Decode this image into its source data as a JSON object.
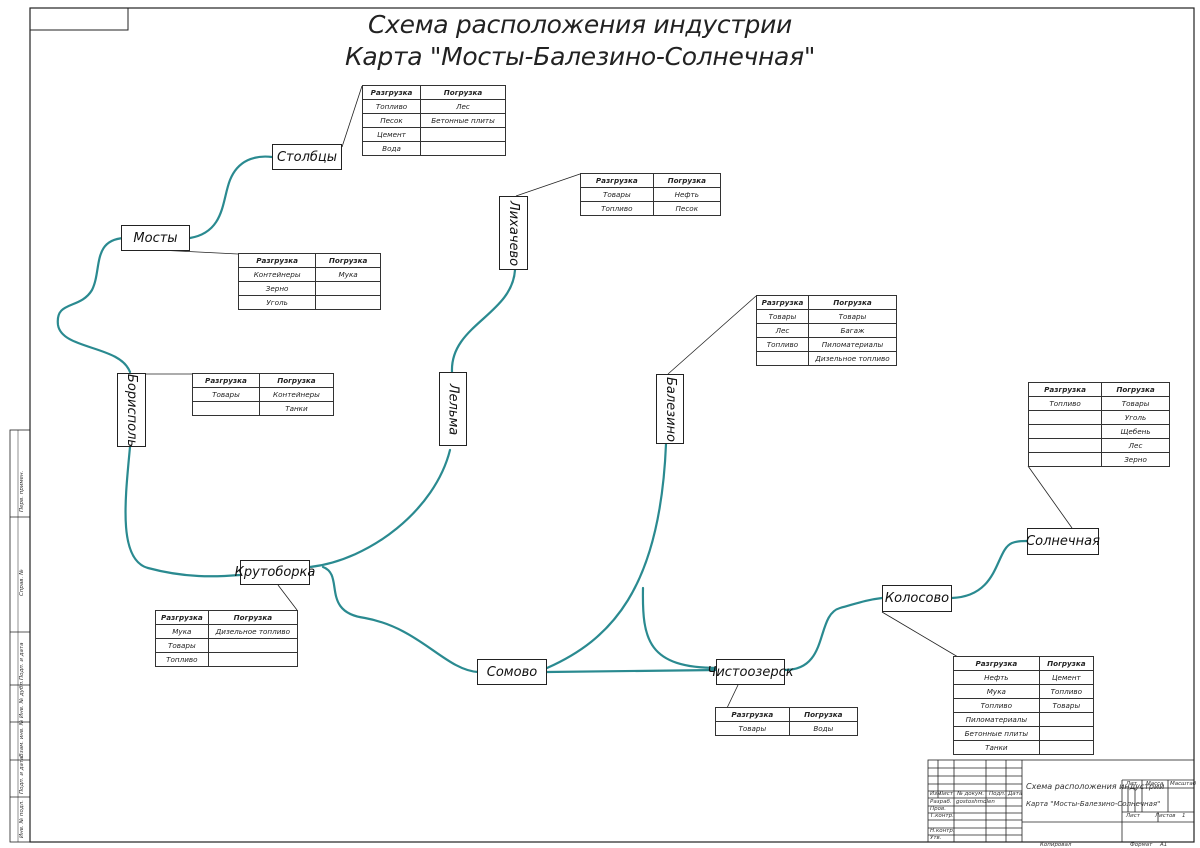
{
  "title": {
    "line1": "Схема расположения индустрии",
    "line2": "Карта \"Мосты-Балезино-Солнечная\""
  },
  "colors": {
    "track": "#2a8a90",
    "ink": "#222222"
  },
  "stations": {
    "stolbtsy": "Столбцы",
    "mosty": "Мосты",
    "lihachevo": "Лихачево",
    "borispol": "Борисполь",
    "lelma": "Лельма",
    "balezino": "Балезино",
    "krutoborka": "Крутоборка",
    "somovo": "Сомово",
    "chistoozersk": "Чистоозерск",
    "kolosovo": "Колосово",
    "solnechnaya": "Солнечная"
  },
  "tables": {
    "stolbtsy": {
      "h1": "Разгрузка",
      "h2": "Погрузка",
      "rows": [
        [
          "Топливо",
          "Лес"
        ],
        [
          "Песок",
          "Бетонные плиты"
        ],
        [
          "Цемент",
          ""
        ],
        [
          "Вода",
          ""
        ]
      ]
    },
    "mosty": {
      "h1": "Разгрузка",
      "h2": "Погрузка",
      "rows": [
        [
          "Контейнеры",
          "Мука"
        ],
        [
          "Зерно",
          ""
        ],
        [
          "Уголь",
          ""
        ]
      ]
    },
    "lihachevo": {
      "h1": "Разгрузка",
      "h2": "Погрузка",
      "rows": [
        [
          "Товары",
          "Нефть"
        ],
        [
          "Топливо",
          "Песок"
        ]
      ]
    },
    "borispol": {
      "h1": "Разгрузка",
      "h2": "Погрузка",
      "rows": [
        [
          "Товары",
          "Контейнеры"
        ],
        [
          "",
          "Танки"
        ]
      ]
    },
    "balezino": {
      "h1": "Разгрузка",
      "h2": "Погрузка",
      "rows": [
        [
          "Товары",
          "Товары"
        ],
        [
          "Лес",
          "Багаж"
        ],
        [
          "Топливо",
          "Пиломатериалы"
        ],
        [
          "",
          "Дизельное топливо"
        ]
      ]
    },
    "solnechnaya": {
      "h1": "Разгрузка",
      "h2": "Погрузка",
      "rows": [
        [
          "Топливо",
          "Товары"
        ],
        [
          "",
          "Уголь"
        ],
        [
          "",
          "Щебень"
        ],
        [
          "",
          "Лес"
        ],
        [
          "",
          "Зерно"
        ]
      ]
    },
    "krutoborka": {
      "h1": "Разгрузка",
      "h2": "Погрузка",
      "rows": [
        [
          "Мука",
          "Дизельное топливо"
        ],
        [
          "Товары",
          ""
        ],
        [
          "Топливо",
          ""
        ]
      ]
    },
    "chistoozersk": {
      "h1": "Разгрузка",
      "h2": "Погрузка",
      "rows": [
        [
          "Товары",
          "Воды"
        ]
      ]
    },
    "kolosovo": {
      "h1": "Разгрузка",
      "h2": "Погрузка",
      "rows": [
        [
          "Нефть",
          "Цемент"
        ],
        [
          "Мука",
          "Топливо"
        ],
        [
          "Топливо",
          "Товары"
        ],
        [
          "Пиломатериалы",
          ""
        ],
        [
          "Бетонные плиты",
          ""
        ],
        [
          "Танки",
          ""
        ]
      ]
    }
  },
  "title_block": {
    "name_line1": "Схема расположения индустрии",
    "name_line2": "Карта \"Мосты-Балезино-Солнечная\"",
    "lit": "Лит.",
    "massa": "Масса",
    "masshtab": "Масштаб",
    "izm": "Изм.",
    "list": "Лист",
    "ndokum": "№ докум.",
    "podp": "Подп.",
    "data": "Дата",
    "razrab": "Разраб.",
    "razrab_name": "gostoshmdlen",
    "prov": "Пров.",
    "tkontr": "Т.контр.",
    "nkontr": "Н.контр.",
    "utv": "Утв.",
    "sheet_label": "Лист",
    "sheets_label": "Листов",
    "sheets_count": "1",
    "kopiroval": "Копировал",
    "format": "Формат",
    "format_value": "A1"
  },
  "side_labels": {
    "perv_primen": "Перв. примен.",
    "sprav": "Справ. №",
    "podp_data_1": "Подп. и дата",
    "inv_dubl": "Инв. № дубл.",
    "vzam_inv": "Взам. инв. №",
    "podp_data_2": "Подп. и дата",
    "inv_podl": "Инв. № подл."
  }
}
